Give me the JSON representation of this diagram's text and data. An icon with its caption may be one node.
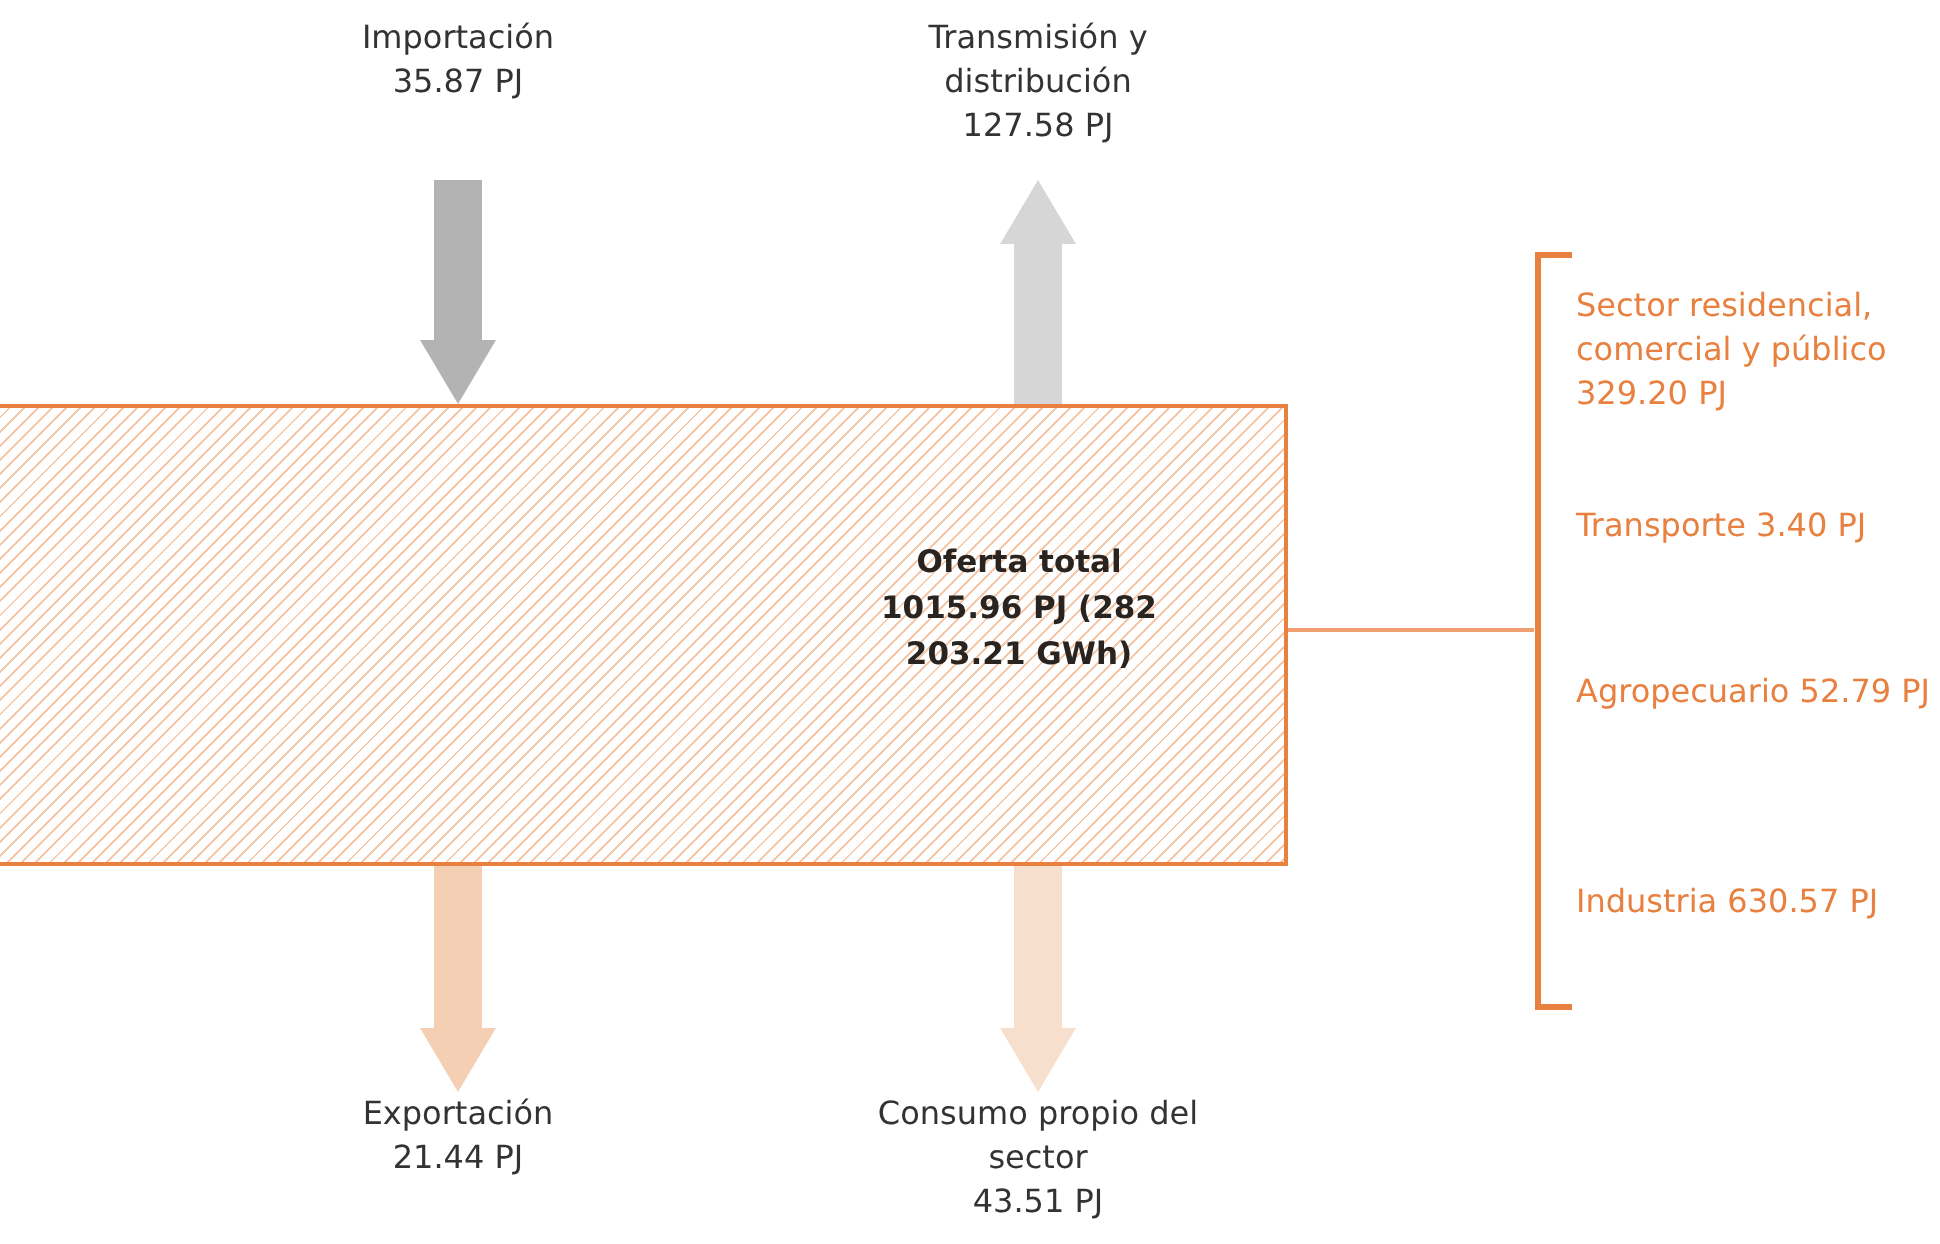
{
  "diagram": {
    "nodes": [
      {
        "text": [
          "Oferta total 1015.96 PJ (282 203.21 GWh)"
        ]
      },
      {
        "text": [
          "Importación",
          "35.87 PJ"
        ]
      },
      {
        "text": [
          "Transmisión y distribución",
          "127.58 PJ"
        ]
      },
      {
        "text": [
          "Exportación",
          "21.44 PJ"
        ]
      },
      {
        "text": [
          "Consumo propio del sector",
          "43.51 PJ"
        ]
      },
      {
        "text": [
          "Sector residencial, comercial y público 329.20 PJ",
          "Transporte 3.40 PJ",
          "Agropecuario 52.79 PJ",
          "Industria 630.57 PJ"
        ]
      }
    ],
    "edges": [
      {
        "from": 1,
        "to": 0,
        "arrow": "to",
        "color": "#b3b3b3"
      },
      {
        "from": 0,
        "to": 2,
        "arrow": "to",
        "color": "#d6d6d6"
      },
      {
        "from": 0,
        "to": 3,
        "arrow": "to",
        "color": "#f5cfb3"
      },
      {
        "from": 0,
        "to": 4,
        "arrow": "to",
        "color": "#f7dfcd"
      },
      {
        "from": 0,
        "to": 5,
        "arrow": "none",
        "color": "#f0a070"
      }
    ]
  }
}
